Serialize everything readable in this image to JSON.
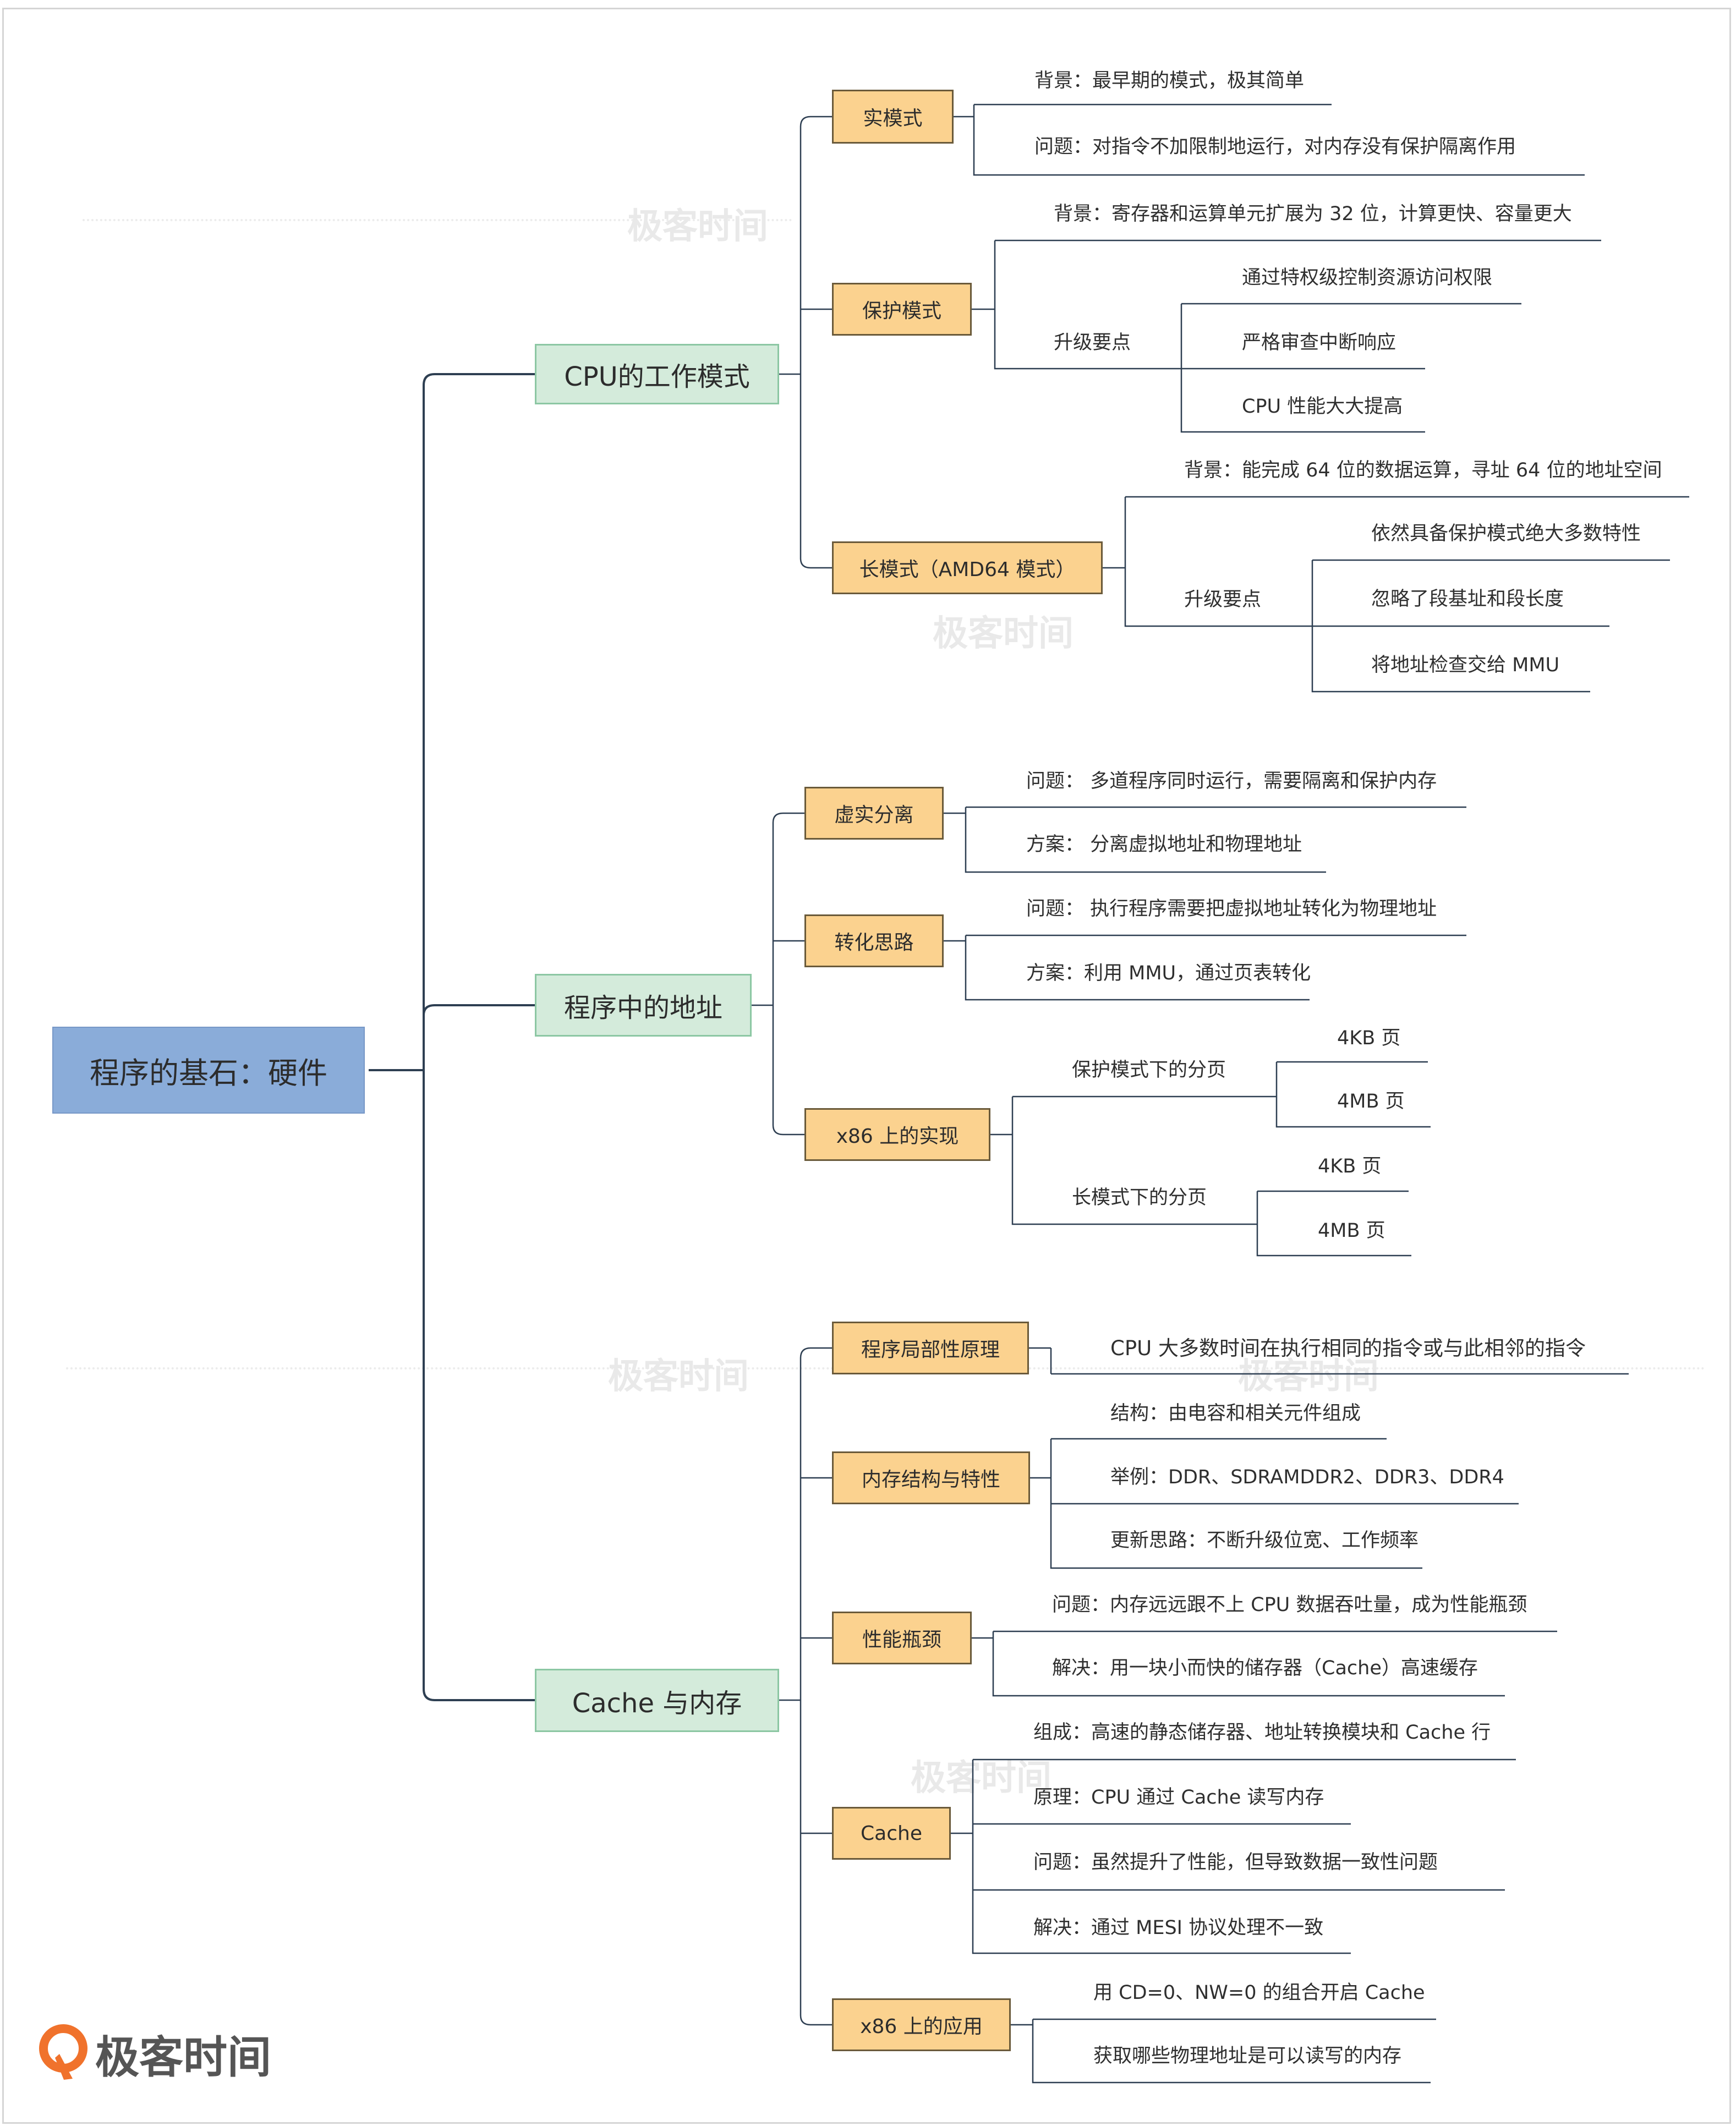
{
  "root": "程序的基石：硬件",
  "branches": [
    {
      "label": "CPU的工作模式",
      "children": [
        {
          "label": "实模式",
          "leaves": [
            "背景：最早期的模式，极其简单",
            "问题：对指令不加限制地运行，对内存没有保护隔离作用"
          ]
        },
        {
          "label": "保护模式",
          "background": "背景：寄存器和运算单元扩展为 32 位，计算更快、容量更大",
          "sub_label": "升级要点",
          "sub_leaves": [
            "通过特权级控制资源访问权限",
            "严格审查中断响应",
            "CPU 性能大大提高"
          ]
        },
        {
          "label": "长模式（AMD64 模式）",
          "background": "背景：能完成 64 位的数据运算，寻址 64 位的地址空间",
          "sub_label": "升级要点",
          "sub_leaves": [
            "依然具备保护模式绝大多数特性",
            "忽略了段基址和段长度",
            "将地址检查交给 MMU"
          ]
        }
      ]
    },
    {
      "label": "程序中的地址",
      "children": [
        {
          "label": "虚实分离",
          "leaves": [
            "问题：  多道程序同时运行，需要隔离和保护内存",
            "方案：  分离虚拟地址和物理地址"
          ]
        },
        {
          "label": "转化思路",
          "leaves": [
            "问题：  执行程序需要把虚拟地址转化为物理地址",
            "方案：利用 MMU，通过页表转化"
          ]
        },
        {
          "label": "x86 上的实现",
          "groups": [
            {
              "label": "保护模式下的分页",
              "leaves": [
                "4KB 页",
                "4MB 页"
              ]
            },
            {
              "label": "长模式下的分页",
              "leaves": [
                "4KB 页",
                "4MB 页"
              ]
            }
          ]
        }
      ]
    },
    {
      "label": "Cache 与内存",
      "children": [
        {
          "label": "程序局部性原理",
          "leaves": [
            "CPU 大多数时间在执行相同的指令或与此相邻的指令"
          ]
        },
        {
          "label": "内存结构与特性",
          "leaves": [
            "结构：由电容和相关元件组成",
            "举例：DDR、SDRAMDDR2、DDR3、DDR4",
            "更新思路：不断升级位宽、工作频率"
          ]
        },
        {
          "label": "性能瓶颈",
          "leaves": [
            "问题：内存远远跟不上 CPU 数据吞吐量，成为性能瓶颈",
            "解决：用一块小而快的储存器（Cache）高速缓存"
          ]
        },
        {
          "label": "Cache",
          "leaves": [
            "组成：高速的静态储存器、地址转换模块和 Cache 行",
            "原理：CPU 通过 Cache 读写内存",
            "问题：虽然提升了性能，但导致数据一致性问题",
            "解决：通过 MESI 协议处理不一致"
          ]
        },
        {
          "label": "x86 上的应用",
          "leaves": [
            "用 CD=0、NW=0 的组合开启 Cache",
            "获取哪些物理地址是可以读写的内存"
          ]
        }
      ]
    }
  ],
  "watermark": "极客时间",
  "brand": {
    "name": "极客时间",
    "color": "#f0722c"
  },
  "colors": {
    "root": "#8aacd9",
    "level1": "#d4ebdb",
    "level2": "#fbd28f",
    "line": "#2e3f52"
  }
}
